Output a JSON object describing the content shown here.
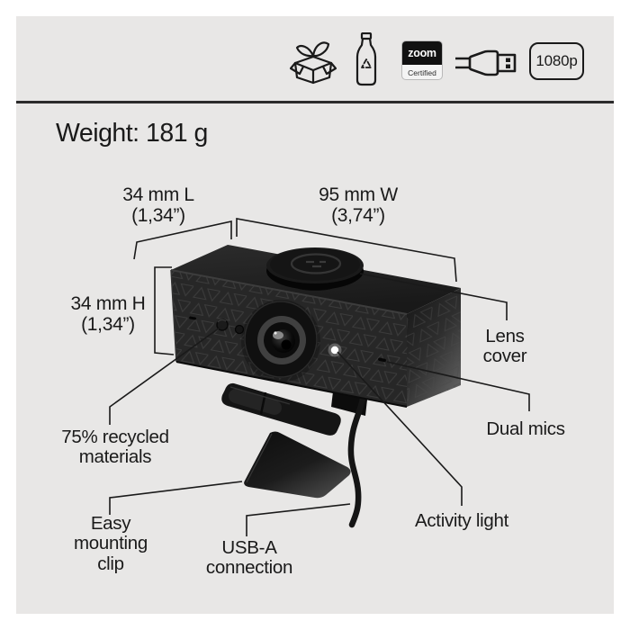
{
  "colors": {
    "panel_bg": "#e8e7e6",
    "divider": "#2b2b2b",
    "text": "#1a1a1a",
    "product_dark": "#272727",
    "activity_light": "#ffffff"
  },
  "header": {
    "icons": [
      {
        "name": "recyclable-packaging-icon"
      },
      {
        "name": "recyclable-bottle-icon"
      },
      {
        "name": "zoom-certified-badge",
        "top_label": "zoom",
        "bottom_label": "Certified"
      },
      {
        "name": "usb-plug-icon"
      },
      {
        "name": "resolution-badge",
        "label": "1080p"
      }
    ]
  },
  "specs": {
    "weight": "Weight: 181 g"
  },
  "dims": {
    "length": "34 mm L\n(1,34”)",
    "width": "95 mm W\n(3,74”)",
    "height": "34 mm H\n(1,34”)"
  },
  "callouts": {
    "lens_cover": "Lens\ncover",
    "dual_mics": "Dual mics",
    "recycled_materials": "75% recycled\nmaterials",
    "mounting_clip": "Easy\nmounting\nclip",
    "usb": "USB-A\nconnection",
    "activity_light": "Activity light"
  }
}
